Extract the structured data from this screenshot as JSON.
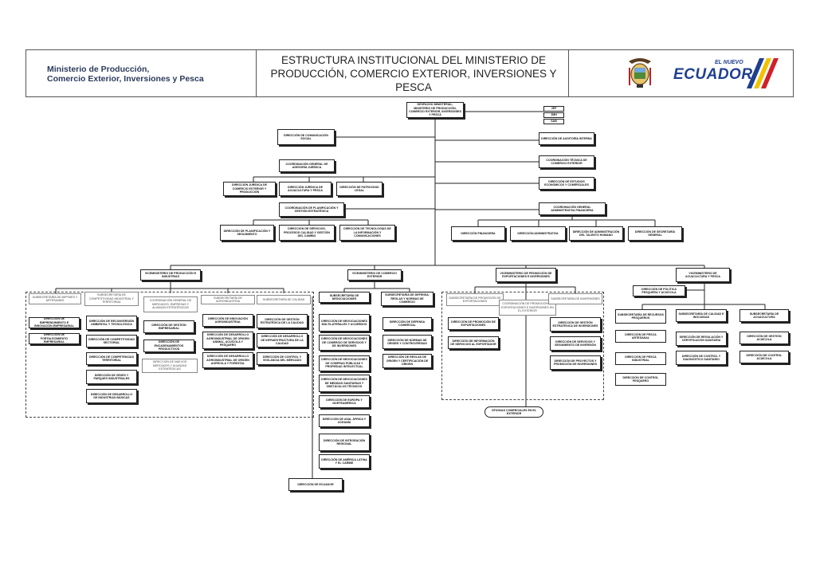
{
  "header": {
    "ministry_line1": "Ministerio de Producción,",
    "ministry_line2": "Comercio Exterior, Inversiones y Pesca",
    "title_line1": "ESTRUCTURA INSTITUCIONAL DEL MINISTERIO DE",
    "title_line2": "PRODUCCIÓN, COMERCIO EXTERIOR, INVERSIONES Y",
    "title_line3": "PESCA",
    "logo_small": "EL NUEVO",
    "logo_main": "ECUADOR",
    "colors": {
      "brand_blue": "#1f3f8f",
      "yellow": "#f2c200",
      "red": "#d0202a"
    }
  },
  "top": {
    "despacho": "DESPACHO MINISTERIAL, MINISTERIO DE PRODUCCIÓN, COMERCIO EXTERIOR, INVERSIONES Y PESCA",
    "side1": "JEP",
    "side2": "JMH",
    "side3": "SAB",
    "comunicacion": "DIRECCIÓN DE COMUNICACIÓN SOCIAL",
    "auditoria": "DIRECCIÓN DE AUDITORÍA INTERNA",
    "asesoria": "COORDINACIÓN GENERAL DE ASESORÍA JURÍDICA",
    "legal1": "DIRECCIÓN JURÍDICA DE COMERCIO EXTERIOR Y PRODUCCIÓN",
    "legal2": "DIRECCIÓN JURÍDICA DE ACUACULTURA Y PESCA",
    "legal3": "DIRECCIÓN DE PATROCINIO LEGAL",
    "tecnica": "COORDINACIÓN TÉCNICA DE COMERCIO EXTERIOR",
    "estudios": "DIRECCIÓN DE ESTUDIOS ECONÓMICOS Y COMERCIALES",
    "planificacion": "COORDINACIÓN DE PLANIFICACIÓN Y GESTIÓN ESTRATÉGICA",
    "admfin": "COORDINACIÓN GENERAL ADMINISTRATIVA FINANCIERA",
    "plan1": "DIRECCIÓN DE PLANIFICACIÓN Y SEGUIMIENTO",
    "plan2": "DIRECCIÓN DE SERVICIOS, PROCESOS CALIDAD Y GESTIÓN DEL CAMBIO",
    "plan3": "DIRECCIÓN DE TECNOLOGÍAS DE LA INFORMACIÓN Y COMUNICACIONES",
    "fin1": "DIRECCIÓN FINANCIERA",
    "fin2": "DIRECCIÓN ADMINISTRATIVA",
    "fin3": "DIRECCIÓN DE ADMINISTRACIÓN DEL TALENTO HUMANO",
    "fin4": "DIRECCIÓN DE SECRETARÍA GENERAL"
  },
  "vice": {
    "produccion": "VICEMINISTERIO DE PRODUCCIÓN E INDUSTRIAS",
    "comercio": "VICEMINISTERIO DE COMERCIO EXTERIOR",
    "promocion": "VICEMINISTERIO DE PROMOCIÓN DE EXPORTACIONES E INVERSIONES",
    "acuacultura": "VICEMINISTERIO DE ACUACULTURA Y PESCA"
  },
  "produccion": {
    "sub1": "SUBSECRETARÍA DE MIPYMES Y ARTESANÍAS",
    "sub2": "SUBSECRETARÍA DE COMPETITIVIDAD INDUSTRIAL Y TERRITORIAL",
    "sub3": "COORDINACIÓN GENERAL DE MERCADOS, EMPRESAS Y ALIANZAS ESTRATÉGICAS",
    "sub4": "SUBSECRETARÍA DE AGROINDUSTRIA",
    "sub5": "SUBSECRETARÍA DE CALIDAD",
    "d1a": "DIRECCIÓN DE EMPRENDIMIENTO E INNOVACIÓN EMPRESARIAL",
    "d1b": "DIRECCIÓN DE FORTALECIMIENTO EMPRESARIAL",
    "d2a": "DIRECCIÓN DE RECONVERSIÓN AMBIENTAL Y TECNOLÓGICA",
    "d2b": "DIRECCIÓN DE COMPETITIVIDAD SECTORIAL",
    "d2c": "DIRECCIÓN DE COMPETENCIAS TERRITORIAL",
    "d2d": "DIRECCIÓN DE ZEDES Y PARQUES INDUSTRIALES",
    "d2e": "DIRECCIÓN DE DESARROLLO DE INDUSTRIAS BÁSICAS",
    "d3a": "DIRECCIÓN DE GESTIÓN EMPRESARIAL",
    "d3b": "DIRECCIÓN DE ENCADENAMIENTOS PRODUCTIVOS",
    "d3c": "DIRECCIÓN DE NUEVOS MERCADOS Y ALIANZAS ESTRATÉGICAS",
    "d4a": "DIRECCIÓN DE INNOVACIÓN AGROINDUSTRIAL",
    "d4b": "DIRECCIÓN DE DESARROLLO AGROINDUSTRIAL DE ORIGEN ANIMAL, ACUÍCOLA Y PESQUERO",
    "d4c": "DIRECCIÓN DE DESARROLLO AGROINDUSTRIAL DE ORIGEN AGRÍCOLA Y FORESTAL",
    "d5a": "DIRECCIÓN DE GESTIÓN ESTRATÉGICA DE LA CALIDAD",
    "d5b": "DIRECCIÓN DE DESARROLLO DE INFRAESTRUCTURA DE LA CALIDAD",
    "d5c": "DIRECCIÓN DE CONTROL Y VIGILANCIA DEL MERCADO"
  },
  "comercio": {
    "sub1": "SUBSECRETARÍA DE NEGOCIACIONES",
    "sub2": "SUBSECRETARÍA DE DEFENSA, REGLAS Y NORMAS DE COMERCIO",
    "c1": "DIRECCIÓN DE NEGOCIACIONES MULTILATERALES Y ACUERDOS",
    "c2": "DIRECCIÓN DE NEGOCIACIONES DE COMERCIO DE SERVICIOS Y DE INVERSIONES",
    "c3": "DIRECCIÓN DE NEGOCIACIONES DE COMPRAS PÚBLICAS Y PROPIEDAD INTELECTUAL",
    "c4": "DIRECCIÓN DE NEGOCIACIONES DE MEDIDAS SANITARIAS Y OBSTÁCULOS TÉCNICOS",
    "c5": "DIRECCIÓN DE EUROPA Y NORTEAMÉRICA",
    "c6": "DIRECCIÓN DE ASIA, ÁFRICA Y OCEANÍA",
    "c7": "DIRECCIÓN DE INTEGRACIÓN REGIONAL",
    "c8": "DIRECCIÓN DE AMÉRICA LATINA Y EL CARIBE",
    "r1": "DIRECCIÓN DE DEFENSA COMERCIAL",
    "r2": "DIRECCIÓN DE NORMAS DE ORIGEN Y CONTROVERSIAS",
    "r3": "DIRECCIÓN DE REGLAS DE ORIGEN Y CERTIFICACIÓN DE ORIGEN",
    "ecuadors": "DIRECCIÓN DE ECUADOR"
  },
  "promocion": {
    "sub1": "SUBSECRETARÍA DE PROMOCIÓN DE EXPORTACIONES",
    "sub2": "COORDINACIÓN DE PROMOCIÓN DE EXPORTACIONES E INVERSIONES EN EL EXTERIOR",
    "sub3": "SUBSECRETARÍA DE INVERSIONES",
    "p1": "DIRECCIÓN DE PROMOCIÓN DE EXPORTACIONES",
    "p2": "DIRECCIÓN DE INFORMACIÓN DE SERVICIOS AL EXPORTADOR",
    "i1": "DIRECCIÓN DE GESTIÓN ESTRATÉGICA DE INVERSIONES",
    "i2": "DIRECCIÓN DE SERVICIOS Y SEGUIMIENTO DE INVERSIÓN",
    "i3": "DIRECCIÓN DE PROYECTOS Y PROMOCIÓN DE INVERSIONES",
    "oficinas": "OFICINAS COMERCIALES EN EL EXTERIOR"
  },
  "acuacultura": {
    "politica": "DIRECCIÓN DE POLÍTICA PESQUERA Y ACUÍCOLA",
    "s1": "SUBSECRETARÍA DE RECURSOS PESQUEROS",
    "s2": "SUBSECRETARÍA DE CALIDAD E INOCUIDAD",
    "s3": "SUBSECRETARÍA DE ACUACULTURA",
    "a1": "DIRECCIÓN DE PESCA ARTESANAL",
    "a2": "DIRECCIÓN DE PESCA INDUSTRIAL",
    "a3": "DIRECCIÓN DE CONTROL PESQUERO",
    "b1": "DIRECCIÓN DE REGULACIÓN Y CERTIFICACIÓN SANITARIA",
    "b2": "DIRECCIÓN DE CONTROL Y DIAGNÓSTICO SANITARIO",
    "c1": "DIRECCIÓN DE GESTIÓN ACUÍCOLA",
    "c2": "DIRECCIÓN DE CONTROL ACUÍCOLA"
  }
}
